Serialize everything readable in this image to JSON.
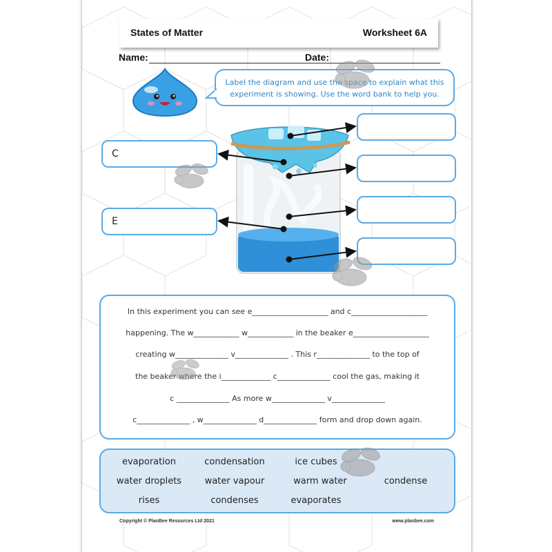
{
  "header": {
    "title": "States of Matter",
    "worksheet": "Worksheet 6A"
  },
  "fields": {
    "name_label": "Name:",
    "date_label": "Date:"
  },
  "instruction": {
    "line1": "Label the diagram and use the space to explain what this",
    "line2": "experiment is showing. Use the word bank to help you."
  },
  "labels": {
    "left_top": "C",
    "left_bottom": "E"
  },
  "passage": {
    "line1": "In this experiment you can see e____________________ and c____________________",
    "line2": "happening. The w____________ w____________ in the beaker e____________________",
    "line3": "creating w______________ v______________ . This r______________ to the top of",
    "line4": "the beaker where the i_____________ c______________ cool the gas, making it",
    "line5": "c ______________  As more  w______________  v______________",
    "line6": "c______________ , w______________ d______________ form and drop down again."
  },
  "word_bank": {
    "row1": [
      "evaporation",
      "condensation",
      "ice cubes"
    ],
    "row2": [
      "water droplets",
      "water vapour",
      "warm water",
      "condense"
    ],
    "row3": [
      "rises",
      "condenses",
      "evaporates"
    ]
  },
  "footer": {
    "copyright": "Copyright © PlanBee Resources Ltd 2021",
    "website": "www.planbee.com"
  },
  "colors": {
    "accent": "#5aa9e6",
    "text_blue": "#2e86c8",
    "word_bank_bg": "#dbe9f7",
    "water": "#2f8fd8"
  },
  "icons": [
    "water-drop-mascot-icon",
    "bee-icon"
  ]
}
